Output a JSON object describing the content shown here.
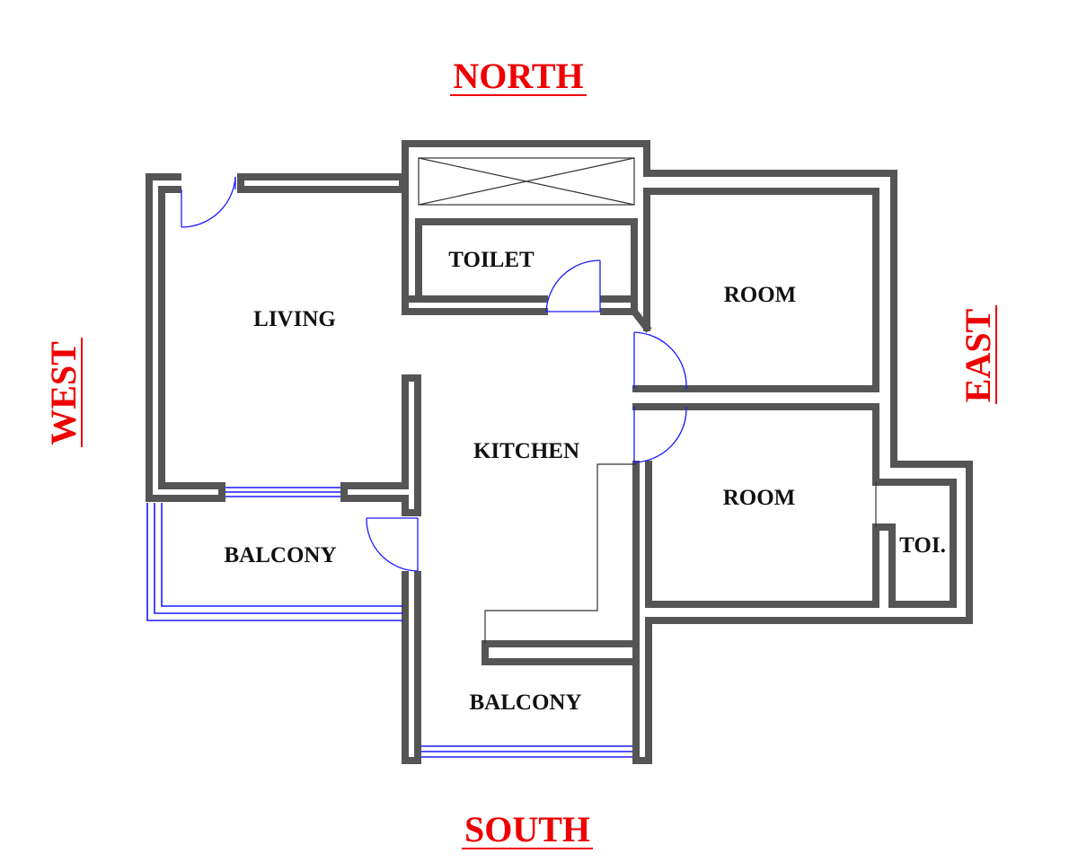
{
  "compass": {
    "north": "NORTH",
    "south": "SOUTH",
    "east": "EAST",
    "west": "WEST"
  },
  "rooms": {
    "living": "LIVING",
    "toilet": "TOILET",
    "room_1": "ROOM",
    "room_2": "ROOM",
    "kitchen": "KITCHEN",
    "balcony_west": "BALCONY",
    "balcony_south": "BALCONY",
    "toilet_small": "TOI."
  },
  "colors": {
    "compass_text": "#ee0000",
    "walls": "#555555",
    "doors_and_railings": "#1a1aff",
    "labels": "#111111"
  }
}
